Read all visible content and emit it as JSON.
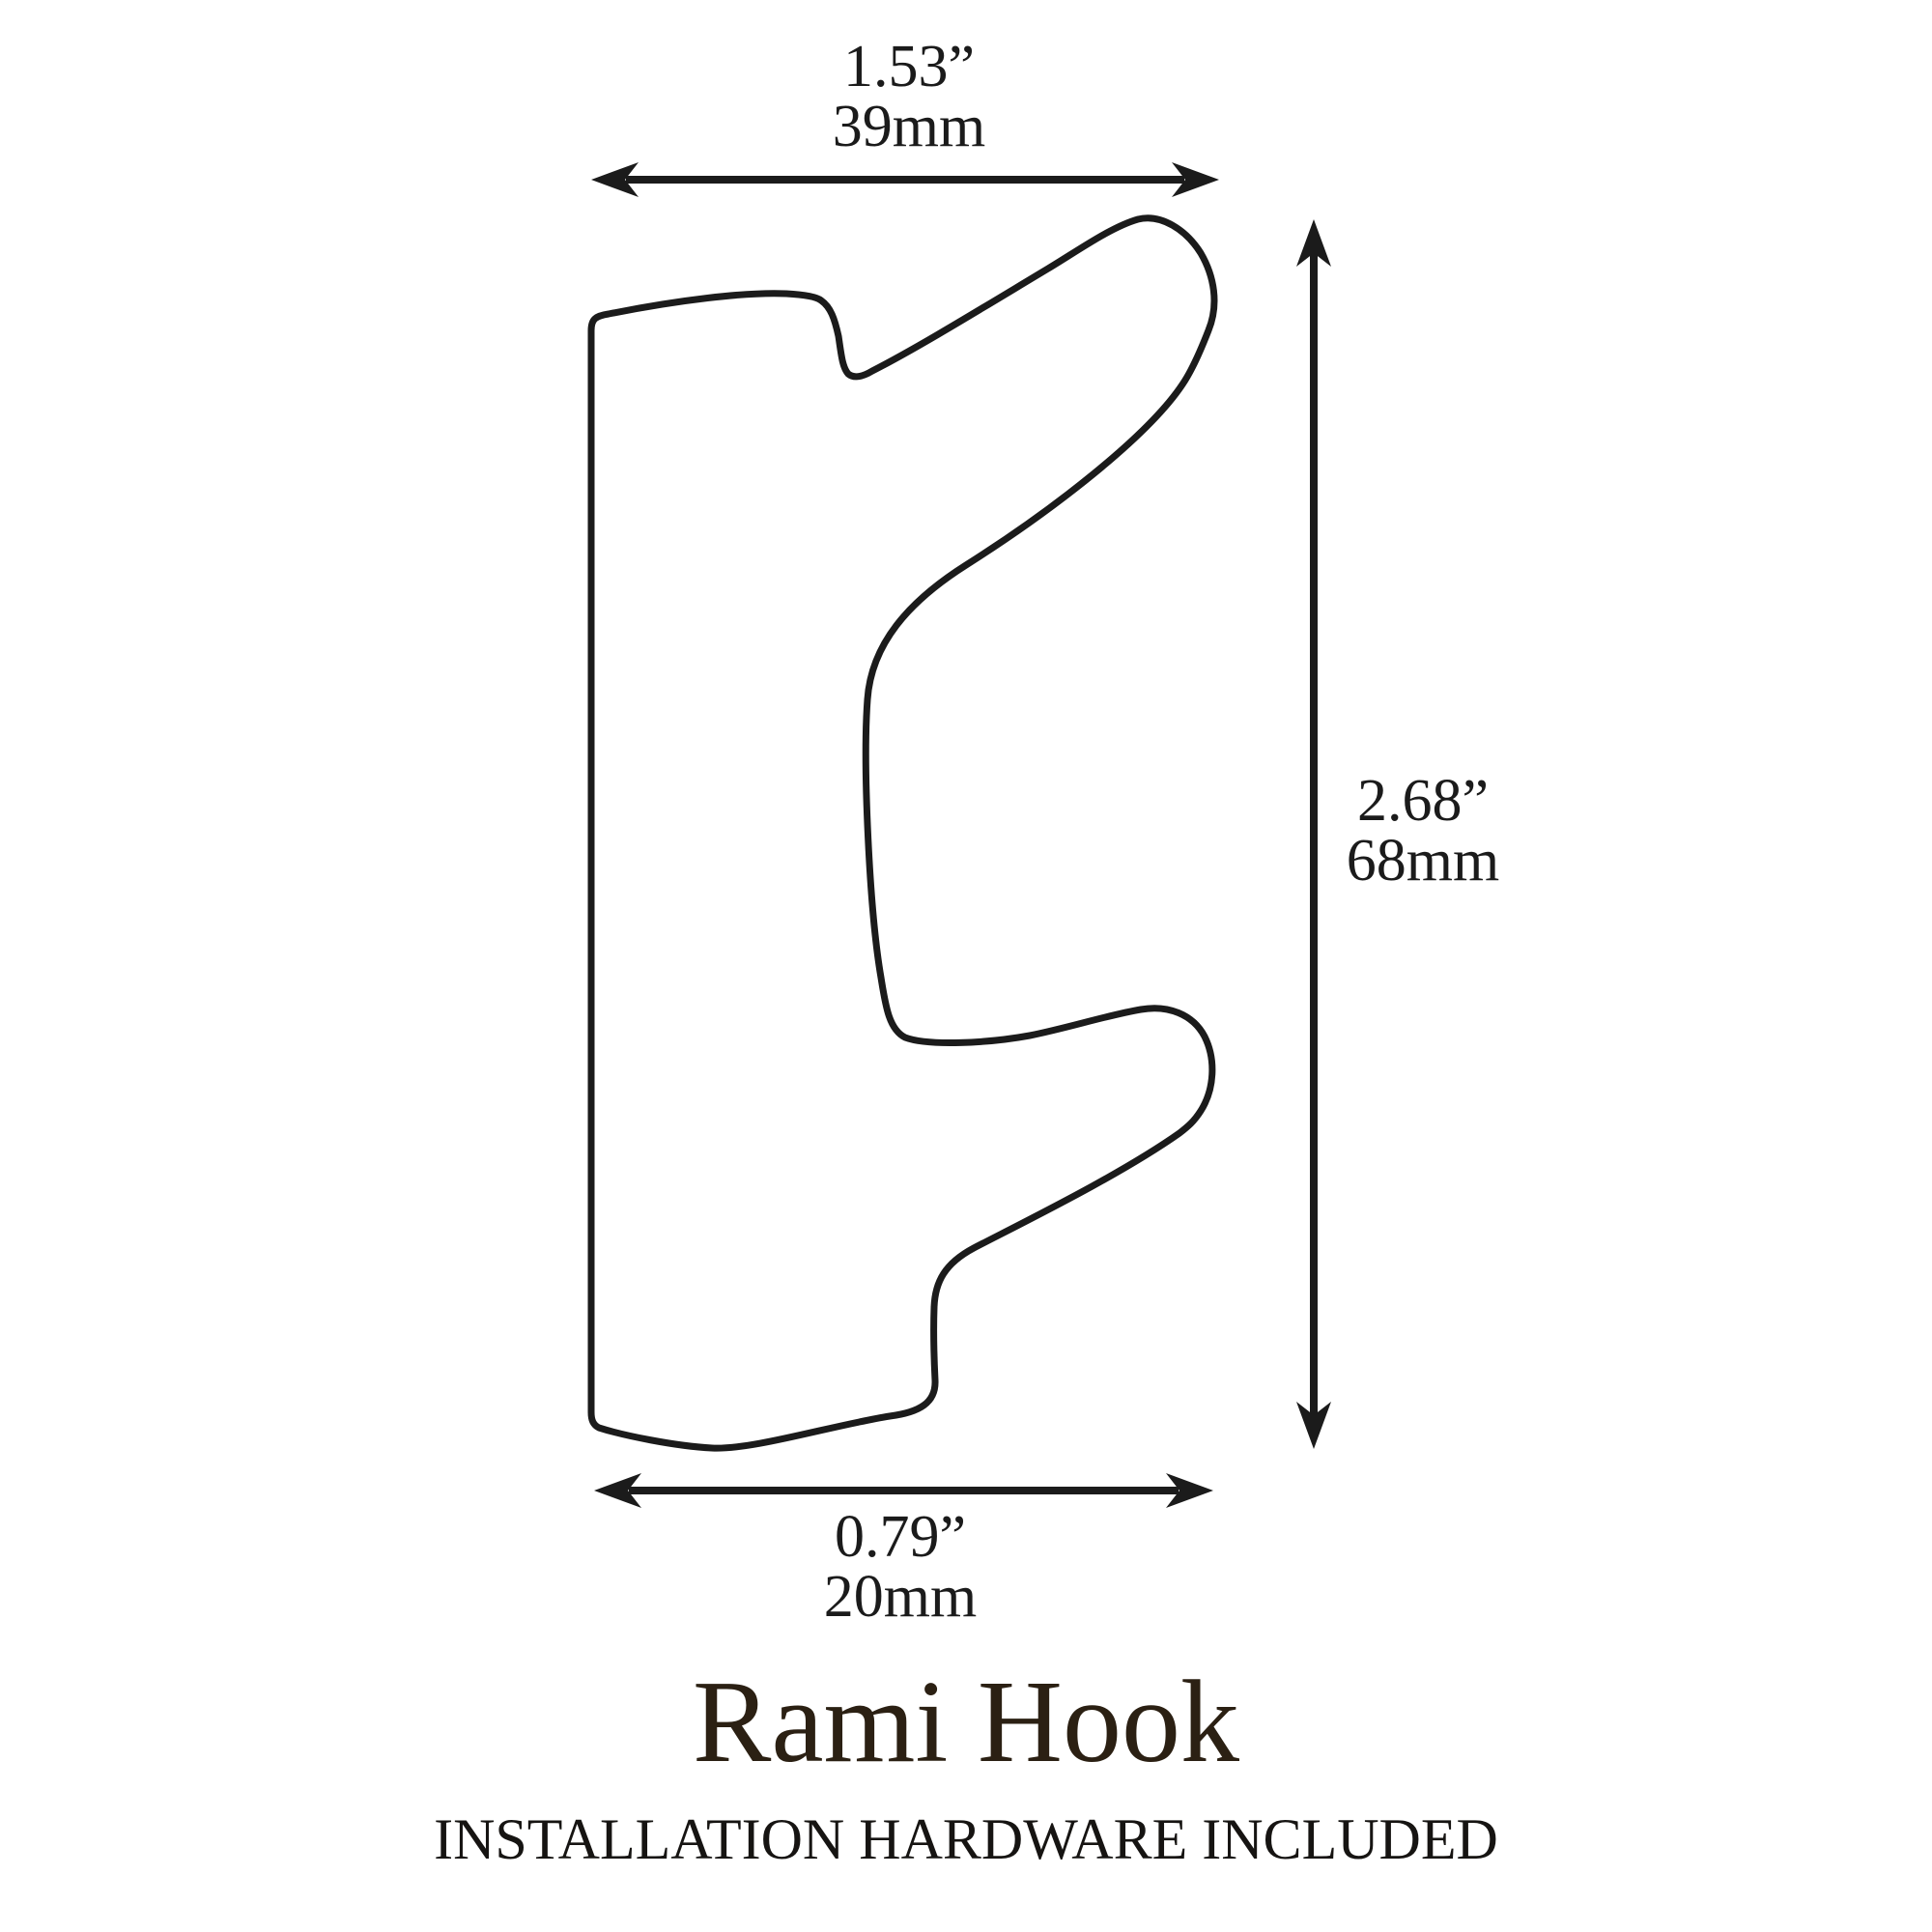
{
  "product": {
    "title": "Rami Hook",
    "subtitle": "INSTALLATION HARDWARE INCLUDED"
  },
  "dimensions": {
    "width": {
      "inches": "1.53”",
      "metric": "39mm"
    },
    "height": {
      "inches": "2.68”",
      "metric": "68mm"
    },
    "depth": {
      "inches": "0.79”",
      "metric": "20mm"
    }
  },
  "colors": {
    "background": "#ffffff",
    "line": "#1b1b1b",
    "title_text": "#2b2013",
    "subtitle_text": "#161412",
    "dimension_text": "#1b1b1b"
  }
}
